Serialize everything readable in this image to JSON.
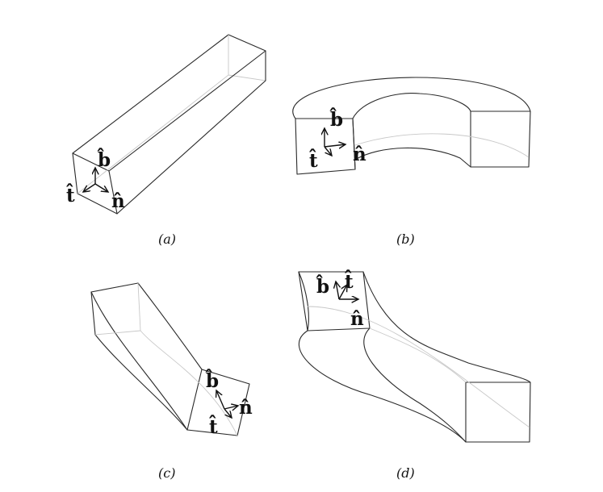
{
  "panels": [
    {
      "caption": "(a)",
      "labels": {
        "b": "b̂",
        "t": "t̂",
        "n": "n̂"
      }
    },
    {
      "caption": "(b)",
      "labels": {
        "b": "b̂",
        "t": "t̂",
        "n": "n̂"
      }
    },
    {
      "caption": "(c)",
      "labels": {
        "b": "b̂",
        "t": "t̂",
        "n": "n̂"
      }
    },
    {
      "caption": "(d)",
      "labels": {
        "b": "b̂",
        "t": "t̂",
        "n": "n̂"
      }
    }
  ],
  "colors": {
    "line": "#2a2a2a",
    "hidden_line": "#c8c8c8",
    "arrow": "#111111"
  }
}
